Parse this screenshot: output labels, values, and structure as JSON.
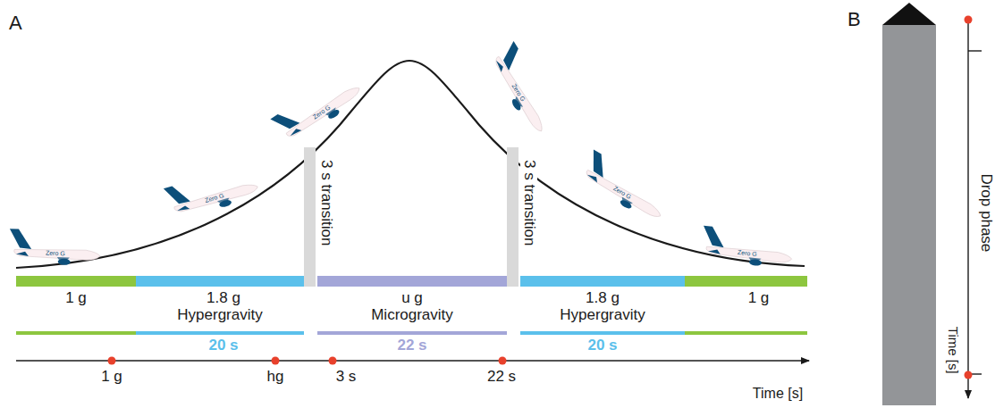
{
  "diagram": {
    "nodes": [
      {
        "text": [
          "1 g"
        ]
      },
      {
        "text": [
          "1.8 g",
          "Hypergravity"
        ]
      },
      {
        "text": [
          "3 s transition"
        ]
      },
      {
        "text": [
          "u g",
          "Microgravity"
        ]
      },
      {
        "text": [
          "3 s transition"
        ]
      },
      {
        "text": [
          "1.8 g",
          "Hypergravity"
        ]
      },
      {
        "text": [
          "1 g"
        ]
      }
    ],
    "labels": [
      "A",
      "Zero G",
      "Zero G",
      "Zero G",
      "Zero G",
      "Zero G",
      "Zero G",
      "20 s",
      "22 s",
      "20 s",
      "1 g",
      "hg",
      "3 s",
      "22 s",
      "Time [s]",
      "B",
      "Drop phase",
      "Time [s]"
    ]
  }
}
